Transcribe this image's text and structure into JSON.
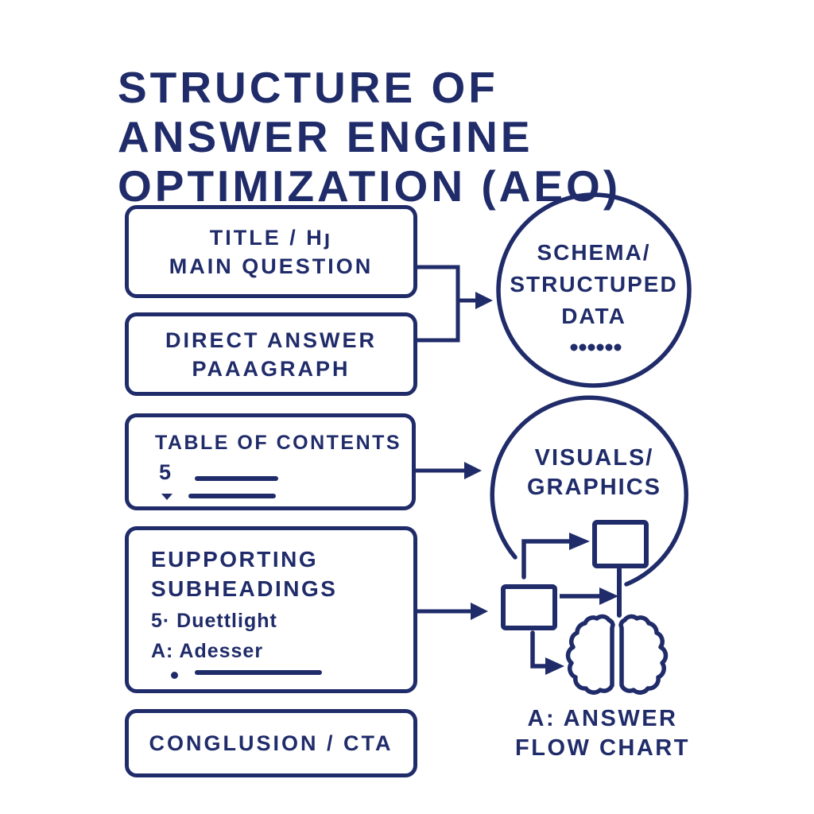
{
  "palette": {
    "ink": "#202c6a",
    "background": "#ffffff"
  },
  "title": "STRUCTURE OF\nANSWER ENGINE\nOPTIMIZATION (AEO)",
  "boxes": {
    "title_h1": {
      "label": "TITLE / Hȷ\nMAIN QUESTION"
    },
    "direct_answer": {
      "label": "DIRECT ANSWER\nPAAAGRAPH"
    },
    "toc": {
      "heading": "TABLE OF CONTENTS",
      "bullet": "5",
      "placeholder_lines": 2
    },
    "subheadings": {
      "heading": "EUPPORTING\nSUBHEADINGS",
      "items": [
        "5· Duettlight",
        "A: Adesser"
      ],
      "placeholder_lines": 1
    },
    "conclusion": {
      "label": "CONGLUSION / CTA"
    }
  },
  "circles": {
    "schema": {
      "label": "SCHEMA/\nSTRUCTUPED\nDATA",
      "dots_count": 6
    },
    "visuals": {
      "label": "VISUALS/\nGRAPHICS"
    }
  },
  "flowchart": {
    "caption": "A: ANSWER\nFLOW CHART",
    "icons": {
      "brain": "brain-icon",
      "nodes": "empty-box-node",
      "connectors": "right-arrow-icon"
    }
  }
}
